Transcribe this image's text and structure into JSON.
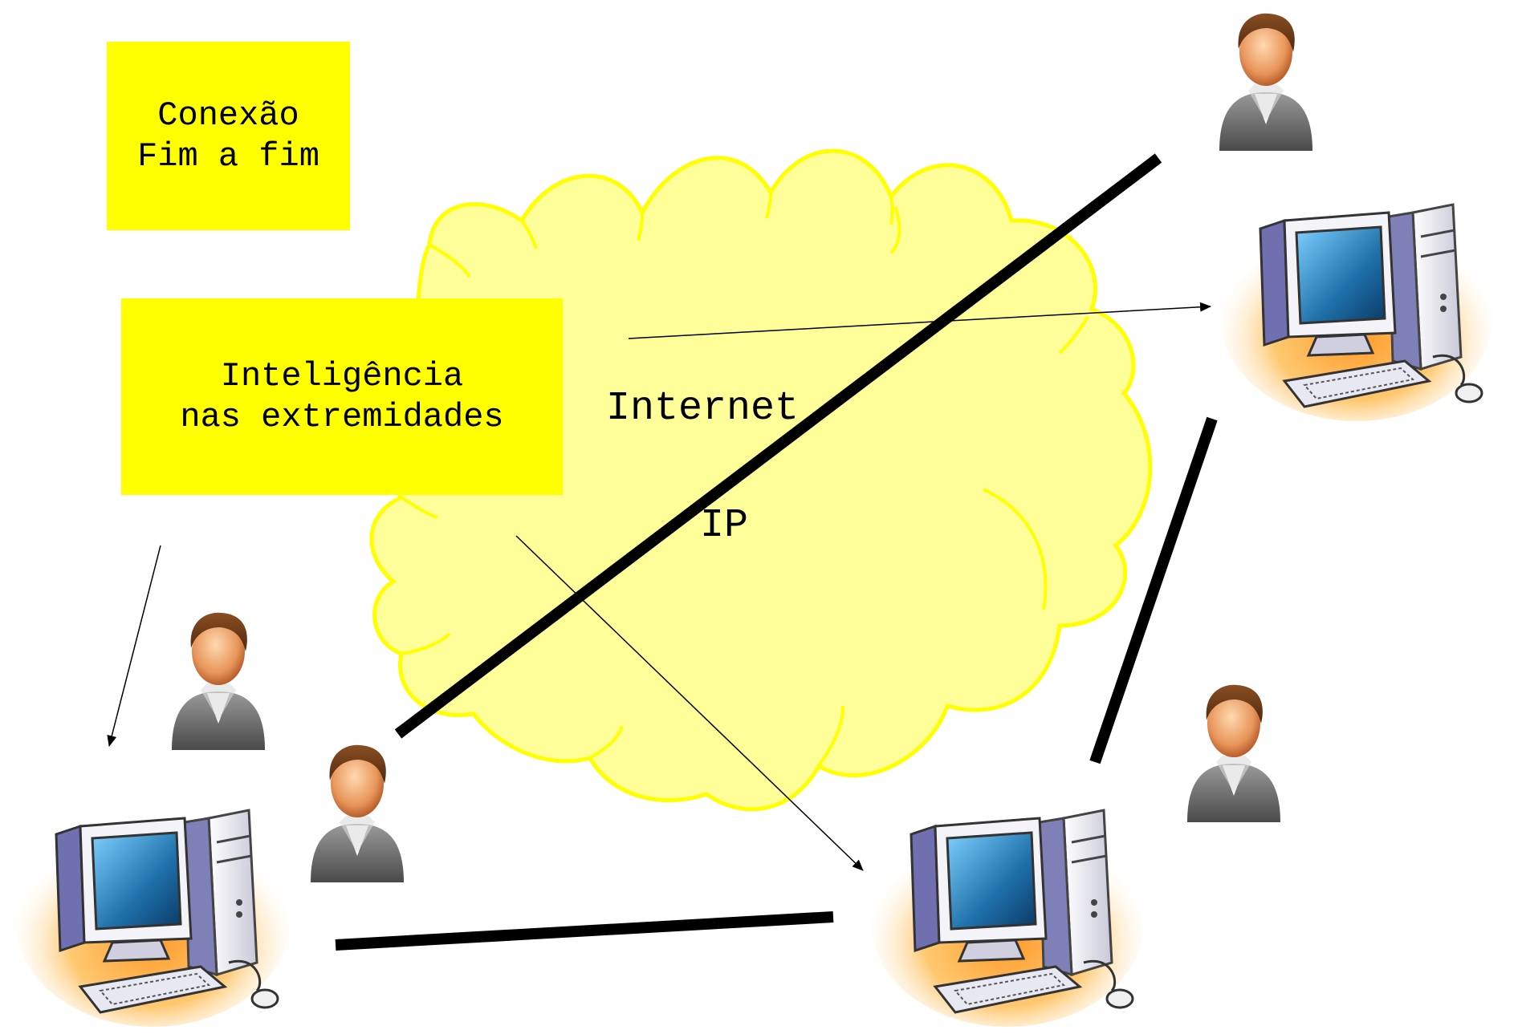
{
  "labels": {
    "conexao_line1": "Conexão",
    "conexao_line2": "Fim a fim",
    "inteligencia_line1": "Inteligência",
    "inteligencia_line2": "nas extremidades"
  },
  "cloud": {
    "line1": "Internet",
    "line2": "IP"
  },
  "colors": {
    "cloud_fill": "#ffff99",
    "cloud_stroke": "#ffff00",
    "box_fill": "#ffff00",
    "link": "#000000"
  },
  "icons": [
    "user-icon",
    "computer-icon"
  ]
}
